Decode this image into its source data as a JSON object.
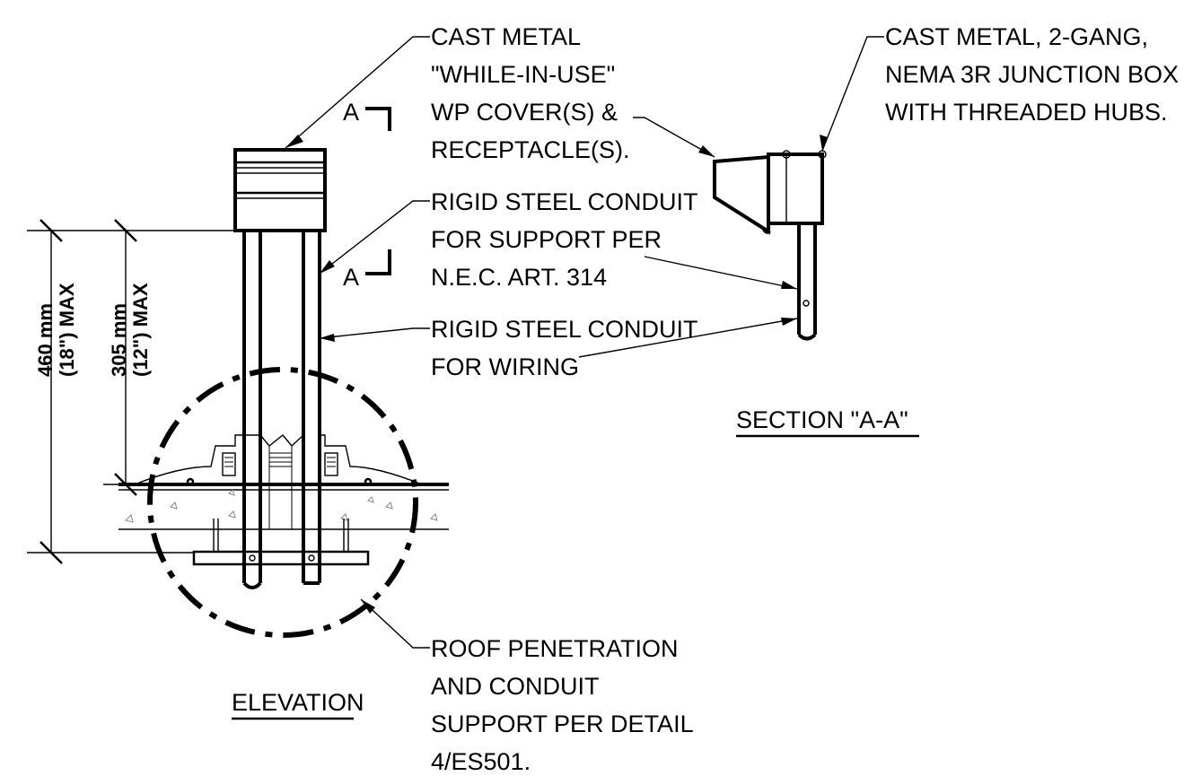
{
  "labels": {
    "cover": [
      "CAST METAL",
      "\"WHILE-IN-USE\"",
      "WP COVER(S) &",
      "RECEPTACLE(S)."
    ],
    "junction_box": [
      "CAST METAL, 2-GANG,",
      "NEMA 3R JUNCTION BOX",
      "WITH THREADED HUBS."
    ],
    "support_conduit": [
      "RIGID STEEL CONDUIT",
      "FOR SUPPORT PER",
      "N.E.C. ART. 314"
    ],
    "wiring_conduit": [
      "RIGID STEEL CONDUIT",
      "FOR WIRING"
    ],
    "roof_penetration": [
      "ROOF PENETRATION",
      "AND CONDUIT",
      "SUPPORT PER DETAIL",
      "4/ES501."
    ]
  },
  "section_mark": {
    "top": "A",
    "bottom": "A"
  },
  "titles": {
    "section": "SECTION \"A-A\"",
    "elevation": "ELEVATION"
  },
  "dimensions": {
    "outer": {
      "value": "460 mm",
      "note": "(18\") MAX"
    },
    "inner": {
      "value": "305 mm",
      "note": "(12\") MAX"
    }
  }
}
